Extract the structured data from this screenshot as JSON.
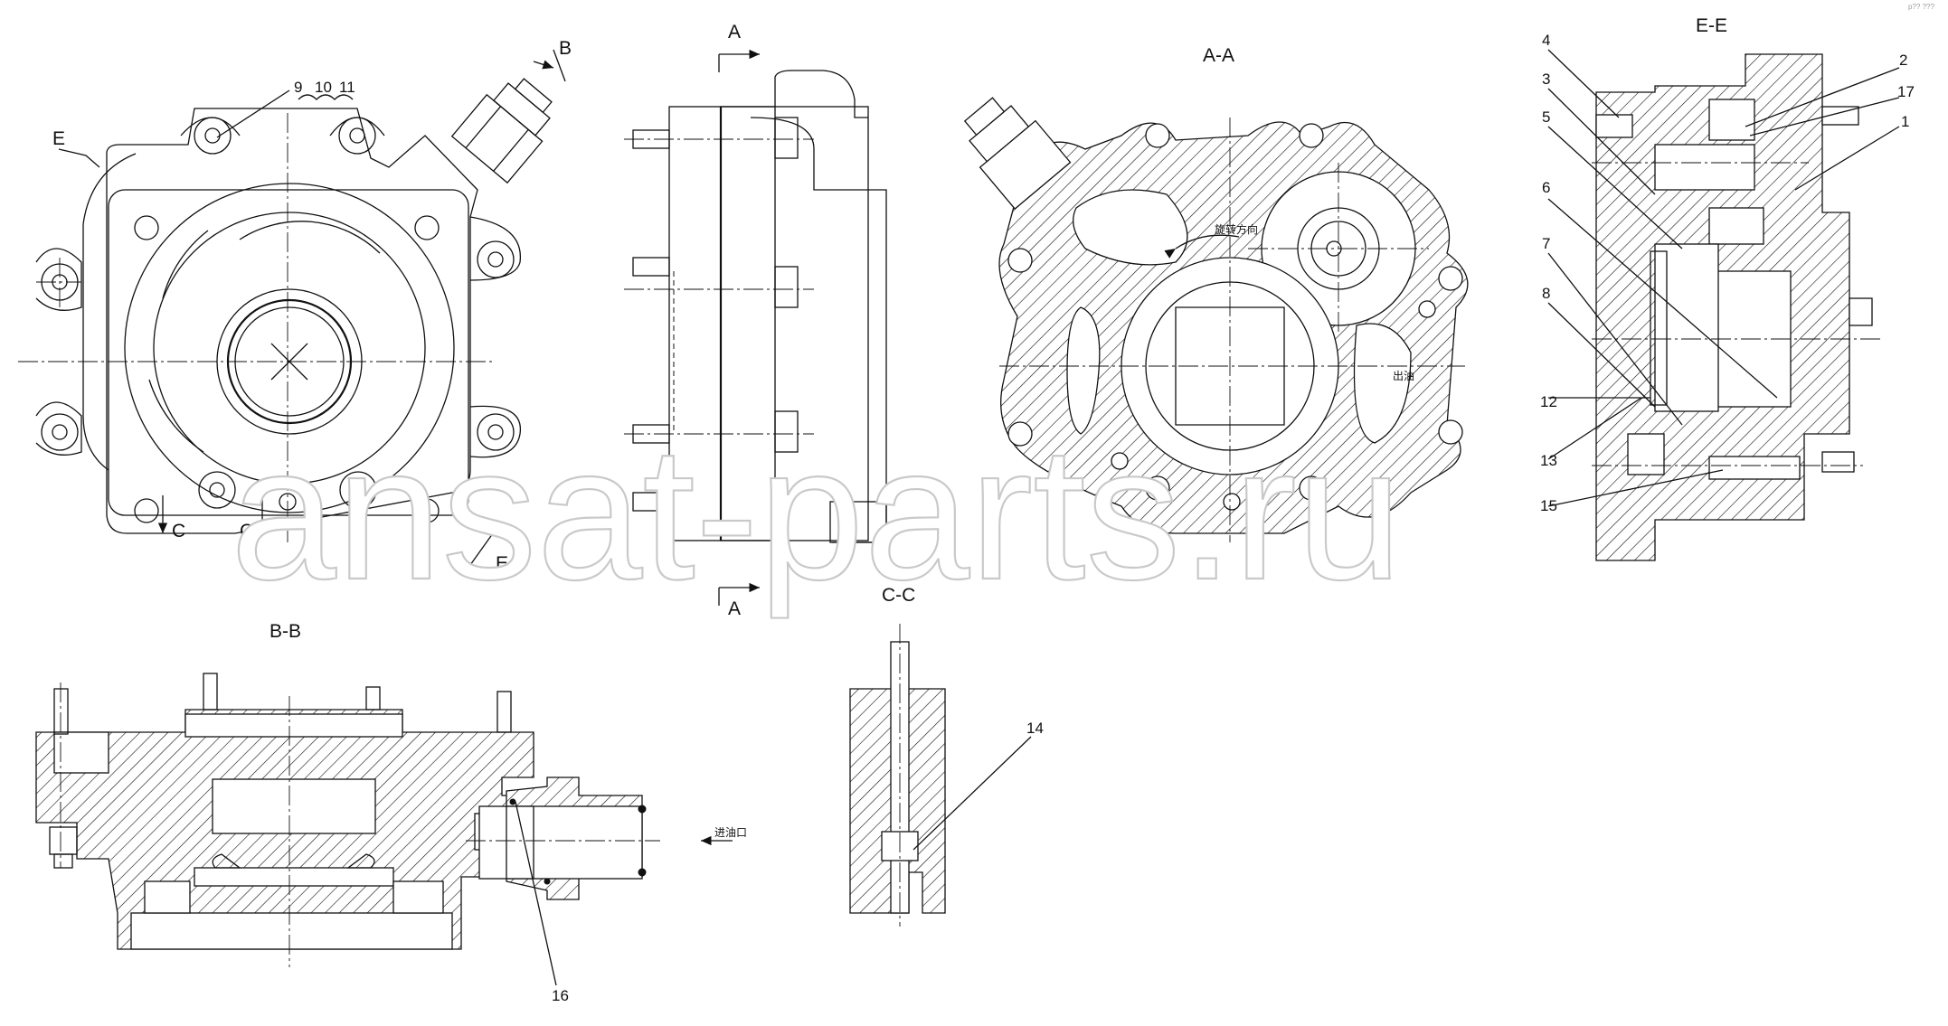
{
  "views": {
    "section_aa": "A-A",
    "section_bb": "B-B",
    "section_cc": "C-C",
    "section_ee": "E-E"
  },
  "cut_marks": {
    "a": "A",
    "b": "B",
    "c": "C",
    "e": "E"
  },
  "balloons": {
    "n1": "1",
    "n2": "2",
    "n3": "3",
    "n4": "4",
    "n5": "5",
    "n6": "6",
    "n7": "7",
    "n8": "8",
    "n9": "9",
    "n10": "10",
    "n11": "11",
    "n12": "12",
    "n13": "13",
    "n14": "14",
    "n15": "15",
    "n16": "16",
    "n17": "17"
  },
  "notes": {
    "rotation": "旋转方向",
    "oil_out": "出油",
    "oil_in": "进油口"
  },
  "watermark": "ansat-parts.ru",
  "corner_tag": "p?? ???"
}
